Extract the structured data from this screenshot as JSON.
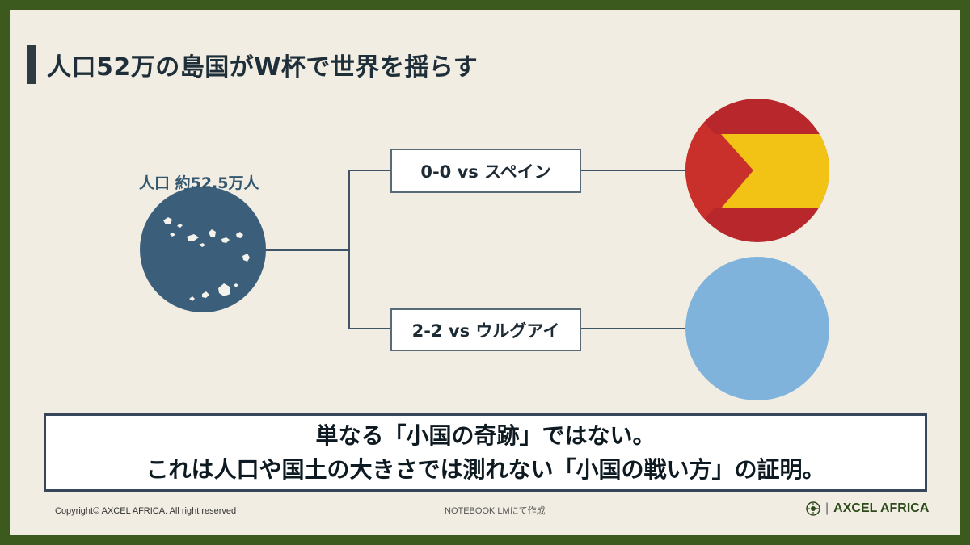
{
  "title": "人口52万の島国がW杯で世界を揺らす",
  "population_label": "人口 約52.5万人",
  "matches": [
    {
      "score_opponent": "0-0 vs スペイン",
      "opponent_flag": "spain-flag-icon"
    },
    {
      "score_opponent": "2-2 vs ウルグアイ",
      "opponent_flag": "uruguay-flag-icon"
    }
  ],
  "conclusion": {
    "line1": "単なる「小国の奇跡」ではない。",
    "line2": "これは人口や国土の大きさでは測れない「小国の戦い方」の証明。"
  },
  "footer": {
    "copyright": "Copyright©  AXCEL AFRICA. All right reserved",
    "created_with": "NOTEBOOK LMにて作成",
    "brand": "AXCEL AFRICA",
    "brand_separator": "|"
  },
  "colors": {
    "frame": "#3d5a1e",
    "background": "#f1ede3",
    "island_circle": "#3b5f7a",
    "spain_red": "#b8272c",
    "spain_yellow": "#f2c315",
    "uruguay_blue": "#7fb3dc"
  }
}
